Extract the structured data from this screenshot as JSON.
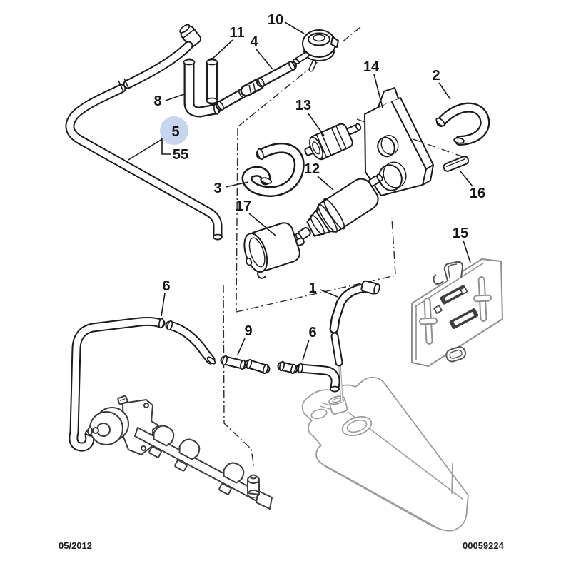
{
  "document": {
    "date": "05/2012",
    "number": "00059224"
  },
  "highlight": {
    "color": "#c8d5ee",
    "text_color": "#1a2f66",
    "selected_part": "5"
  },
  "labels": [
    {
      "part": "10",
      "text": "10"
    },
    {
      "part": "11",
      "text": "11"
    },
    {
      "part": "4",
      "text": "4"
    },
    {
      "part": "14",
      "text": "14"
    },
    {
      "part": "2",
      "text": "2"
    },
    {
      "part": "8",
      "text": "8"
    },
    {
      "part": "13",
      "text": "13"
    },
    {
      "part": "5",
      "text": "5"
    },
    {
      "part": "55",
      "text": "55"
    },
    {
      "part": "3",
      "text": "3"
    },
    {
      "part": "12",
      "text": "12"
    },
    {
      "part": "16",
      "text": "16"
    },
    {
      "part": "17",
      "text": "17"
    },
    {
      "part": "15",
      "text": "15"
    },
    {
      "part": "1",
      "text": "1"
    },
    {
      "part": "6",
      "text": "6"
    },
    {
      "part": "9",
      "text": "9"
    },
    {
      "part": "6b",
      "text": "6"
    }
  ]
}
